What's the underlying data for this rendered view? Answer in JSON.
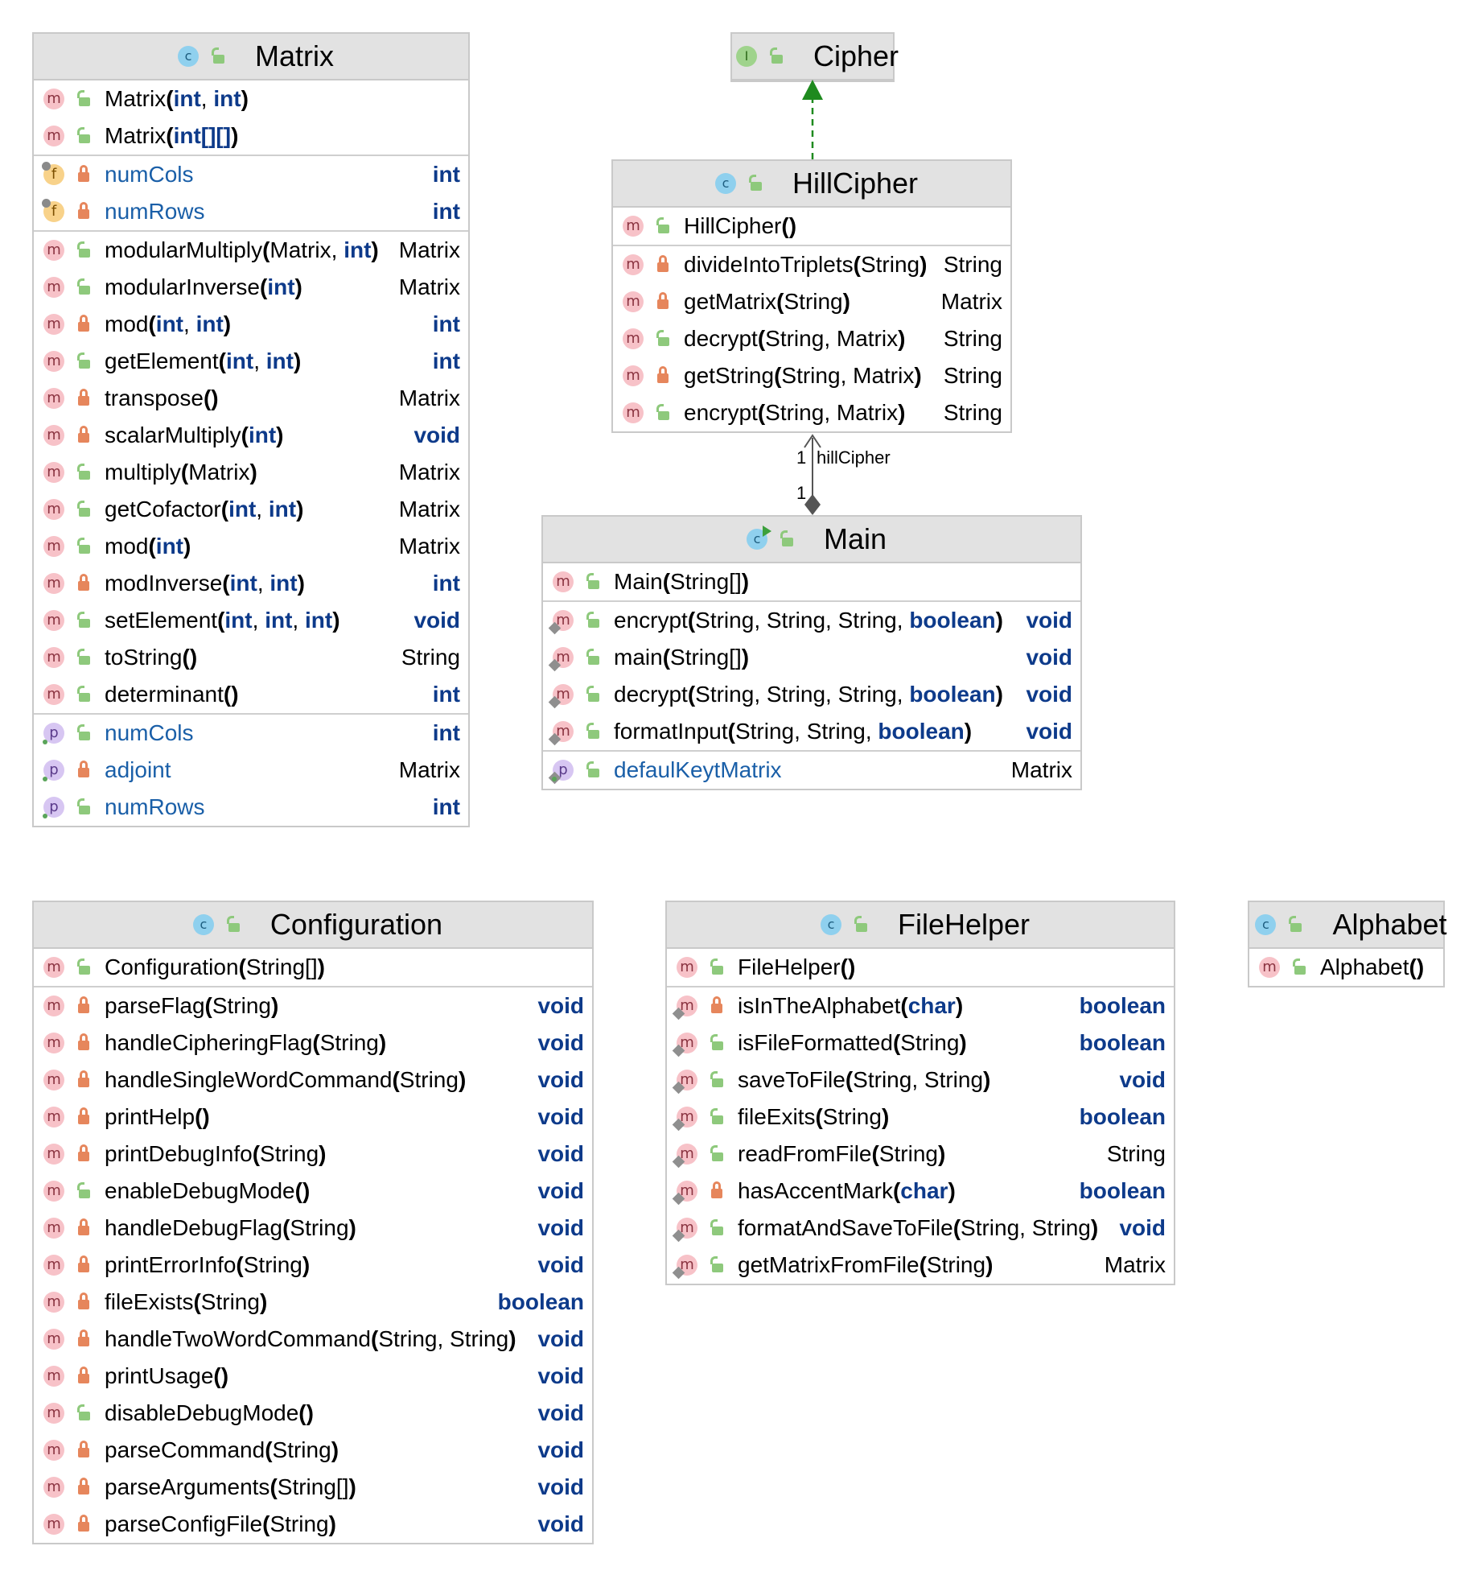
{
  "classes": {
    "matrix": {
      "name": "Matrix",
      "kind": "class",
      "sections": [
        [
          {
            "kind": "m",
            "vis": "public",
            "name": "Matrix",
            "params": [
              "int",
              "int"
            ],
            "type": ""
          },
          {
            "kind": "m",
            "vis": "public",
            "name": "Matrix",
            "params": [
              "int[][]"
            ],
            "type": ""
          }
        ],
        [
          {
            "kind": "f",
            "vis": "private",
            "name": "numCols",
            "type": "int",
            "marker": "final"
          },
          {
            "kind": "f",
            "vis": "private",
            "name": "numRows",
            "type": "int",
            "marker": "final"
          }
        ],
        [
          {
            "kind": "m",
            "vis": "public",
            "name": "modularMultiply",
            "params": [
              "Matrix",
              "int"
            ],
            "type": "Matrix"
          },
          {
            "kind": "m",
            "vis": "public",
            "name": "modularInverse",
            "params": [
              "int"
            ],
            "type": "Matrix"
          },
          {
            "kind": "m",
            "vis": "private",
            "name": "mod",
            "params": [
              "int",
              "int"
            ],
            "type": "int"
          },
          {
            "kind": "m",
            "vis": "public",
            "name": "getElement",
            "params": [
              "int",
              "int"
            ],
            "type": "int"
          },
          {
            "kind": "m",
            "vis": "private",
            "name": "transpose",
            "params": [],
            "type": "Matrix"
          },
          {
            "kind": "m",
            "vis": "private",
            "name": "scalarMultiply",
            "params": [
              "int"
            ],
            "type": "void"
          },
          {
            "kind": "m",
            "vis": "public",
            "name": "multiply",
            "params": [
              "Matrix"
            ],
            "type": "Matrix"
          },
          {
            "kind": "m",
            "vis": "public",
            "name": "getCofactor",
            "params": [
              "int",
              "int"
            ],
            "type": "Matrix"
          },
          {
            "kind": "m",
            "vis": "public",
            "name": "mod",
            "params": [
              "int"
            ],
            "type": "Matrix"
          },
          {
            "kind": "m",
            "vis": "private",
            "name": "modInverse",
            "params": [
              "int",
              "int"
            ],
            "type": "int"
          },
          {
            "kind": "m",
            "vis": "public",
            "name": "setElement",
            "params": [
              "int",
              "int",
              "int"
            ],
            "type": "void"
          },
          {
            "kind": "m",
            "vis": "public",
            "name": "toString",
            "params": [],
            "type": "String"
          },
          {
            "kind": "m",
            "vis": "public",
            "name": "determinant",
            "params": [],
            "type": "int"
          }
        ],
        [
          {
            "kind": "p",
            "vis": "public",
            "name": "numCols",
            "type": "int",
            "marker": "pin"
          },
          {
            "kind": "p",
            "vis": "private",
            "name": "adjoint",
            "type": "Matrix",
            "marker": "pin"
          },
          {
            "kind": "p",
            "vis": "public",
            "name": "numRows",
            "type": "int",
            "marker": "pin"
          }
        ]
      ]
    },
    "cipher": {
      "name": "Cipher",
      "kind": "interface",
      "sections": []
    },
    "hillcipher": {
      "name": "HillCipher",
      "kind": "class",
      "sections": [
        [
          {
            "kind": "m",
            "vis": "public",
            "name": "HillCipher",
            "params": [],
            "type": ""
          }
        ],
        [
          {
            "kind": "m",
            "vis": "private",
            "name": "divideIntoTriplets",
            "params": [
              "String"
            ],
            "type": "String"
          },
          {
            "kind": "m",
            "vis": "private",
            "name": "getMatrix",
            "params": [
              "String"
            ],
            "type": "Matrix"
          },
          {
            "kind": "m",
            "vis": "public",
            "name": "decrypt",
            "params": [
              "String",
              "Matrix"
            ],
            "type": "String"
          },
          {
            "kind": "m",
            "vis": "private",
            "name": "getString",
            "params": [
              "String",
              "Matrix"
            ],
            "type": "String"
          },
          {
            "kind": "m",
            "vis": "public",
            "name": "encrypt",
            "params": [
              "String",
              "Matrix"
            ],
            "type": "String"
          }
        ]
      ]
    },
    "main": {
      "name": "Main",
      "kind": "class-main",
      "sections": [
        [
          {
            "kind": "m",
            "vis": "public",
            "name": "Main",
            "params": [
              "String[]"
            ],
            "type": ""
          }
        ],
        [
          {
            "kind": "m",
            "vis": "public",
            "name": "encrypt",
            "params": [
              "String",
              "String",
              "String",
              "boolean"
            ],
            "type": "void",
            "marker": "static"
          },
          {
            "kind": "m",
            "vis": "public",
            "name": "main",
            "params": [
              "String[]"
            ],
            "type": "void",
            "marker": "static"
          },
          {
            "kind": "m",
            "vis": "public",
            "name": "decrypt",
            "params": [
              "String",
              "String",
              "String",
              "boolean"
            ],
            "type": "void",
            "marker": "static"
          },
          {
            "kind": "m",
            "vis": "public",
            "name": "formatInput",
            "params": [
              "String",
              "String",
              "boolean"
            ],
            "type": "void",
            "marker": "static"
          }
        ],
        [
          {
            "kind": "p",
            "vis": "public",
            "name": "defaulKeytMatrix",
            "type": "Matrix",
            "marker": "static-pin"
          }
        ]
      ]
    },
    "configuration": {
      "name": "Configuration",
      "kind": "class",
      "sections": [
        [
          {
            "kind": "m",
            "vis": "public",
            "name": "Configuration",
            "params": [
              "String[]"
            ],
            "type": ""
          }
        ],
        [
          {
            "kind": "m",
            "vis": "private",
            "name": "parseFlag",
            "params": [
              "String"
            ],
            "type": "void"
          },
          {
            "kind": "m",
            "vis": "private",
            "name": "handleCipheringFlag",
            "params": [
              "String"
            ],
            "type": "void"
          },
          {
            "kind": "m",
            "vis": "private",
            "name": "handleSingleWordCommand",
            "params": [
              "String"
            ],
            "type": "void"
          },
          {
            "kind": "m",
            "vis": "private",
            "name": "printHelp",
            "params": [],
            "type": "void"
          },
          {
            "kind": "m",
            "vis": "private",
            "name": "printDebugInfo",
            "params": [
              "String"
            ],
            "type": "void"
          },
          {
            "kind": "m",
            "vis": "public",
            "name": "enableDebugMode",
            "params": [],
            "type": "void"
          },
          {
            "kind": "m",
            "vis": "private",
            "name": "handleDebugFlag",
            "params": [
              "String"
            ],
            "type": "void"
          },
          {
            "kind": "m",
            "vis": "private",
            "name": "printErrorInfo",
            "params": [
              "String"
            ],
            "type": "void"
          },
          {
            "kind": "m",
            "vis": "private",
            "name": "fileExists",
            "params": [
              "String"
            ],
            "type": "boolean"
          },
          {
            "kind": "m",
            "vis": "private",
            "name": "handleTwoWordCommand",
            "params": [
              "String",
              "String"
            ],
            "type": "void"
          },
          {
            "kind": "m",
            "vis": "private",
            "name": "printUsage",
            "params": [],
            "type": "void"
          },
          {
            "kind": "m",
            "vis": "public",
            "name": "disableDebugMode",
            "params": [],
            "type": "void"
          },
          {
            "kind": "m",
            "vis": "private",
            "name": "parseCommand",
            "params": [
              "String"
            ],
            "type": "void"
          },
          {
            "kind": "m",
            "vis": "private",
            "name": "parseArguments",
            "params": [
              "String[]"
            ],
            "type": "void"
          },
          {
            "kind": "m",
            "vis": "private",
            "name": "parseConfigFile",
            "params": [
              "String"
            ],
            "type": "void"
          }
        ]
      ]
    },
    "filehelper": {
      "name": "FileHelper",
      "kind": "class",
      "sections": [
        [
          {
            "kind": "m",
            "vis": "public",
            "name": "FileHelper",
            "params": [],
            "type": ""
          }
        ],
        [
          {
            "kind": "m",
            "vis": "private",
            "name": "isInTheAlphabet",
            "params": [
              "char"
            ],
            "type": "boolean",
            "marker": "static"
          },
          {
            "kind": "m",
            "vis": "public",
            "name": "isFileFormatted",
            "params": [
              "String"
            ],
            "type": "boolean",
            "marker": "static"
          },
          {
            "kind": "m",
            "vis": "public",
            "name": "saveToFile",
            "params": [
              "String",
              "String"
            ],
            "type": "void",
            "marker": "static"
          },
          {
            "kind": "m",
            "vis": "public",
            "name": "fileExits",
            "params": [
              "String"
            ],
            "type": "boolean",
            "marker": "static"
          },
          {
            "kind": "m",
            "vis": "public",
            "name": "readFromFile",
            "params": [
              "String"
            ],
            "type": "String",
            "marker": "static"
          },
          {
            "kind": "m",
            "vis": "private",
            "name": "hasAccentMark",
            "params": [
              "char"
            ],
            "type": "boolean",
            "marker": "static"
          },
          {
            "kind": "m",
            "vis": "public",
            "name": "formatAndSaveToFile",
            "params": [
              "String",
              "String"
            ],
            "type": "void",
            "marker": "static"
          },
          {
            "kind": "m",
            "vis": "public",
            "name": "getMatrixFromFile",
            "params": [
              "String"
            ],
            "type": "Matrix",
            "marker": "static"
          }
        ]
      ]
    },
    "alphabet": {
      "name": "Alphabet",
      "kind": "class",
      "sections": [
        [
          {
            "kind": "m",
            "vis": "public",
            "name": "Alphabet",
            "params": [],
            "type": ""
          }
        ]
      ]
    }
  },
  "relations": {
    "implements": {
      "from": "HillCipher",
      "to": "Cipher",
      "color": "#1e8a1e"
    },
    "composition": {
      "from": "Main",
      "to": "HillCipher",
      "label": "hillCipher",
      "mult_top": "1",
      "mult_bottom": "1"
    }
  },
  "keywords": [
    "int",
    "int[][]",
    "boolean",
    "void",
    "char"
  ],
  "colors": {
    "header": "#e2e2e2",
    "keyword": "#0d3a8a",
    "field": "#1a5fa8",
    "border": "#c9c9c9"
  }
}
